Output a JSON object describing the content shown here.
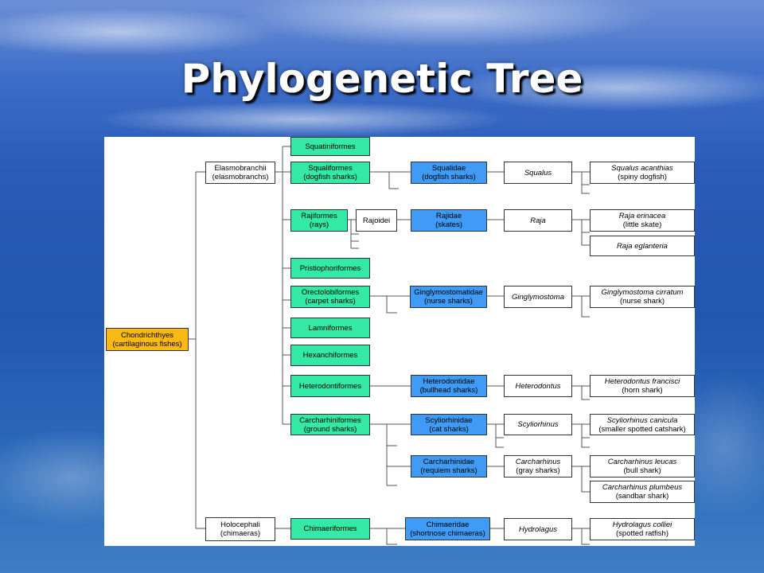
{
  "title": "Phylogenetic Tree",
  "colors": {
    "class": "#fbb916",
    "subclass": "#ffffff",
    "order": "#34e8a6",
    "family": "#3f9bf5",
    "genus": "#ffffff",
    "species": "#ffffff"
  },
  "nodes": {
    "chondrichthyes": {
      "l1": "Chondrichthyes",
      "l2": "(cartilaginous fishes)"
    },
    "elasmobranchii": {
      "l1": "Elasmobranchii",
      "l2": "(elasmobranchs)"
    },
    "holocephali": {
      "l1": "Holocephali",
      "l2": "(chimaeras)"
    },
    "squatiniformes": {
      "l1": "Squatiniformes"
    },
    "squaliformes": {
      "l1": "Squaliformes",
      "l2": "(dogfish sharks)"
    },
    "rajiformes": {
      "l1": "Rajiformes",
      "l2": "(rays)"
    },
    "rajoidei": {
      "l1": "Rajoidei"
    },
    "pristiophoriformes": {
      "l1": "Pristiophoriformes"
    },
    "orectolobiformes": {
      "l1": "Orectolobiformes",
      "l2": "(carpet sharks)"
    },
    "lamniformes": {
      "l1": "Lamniformes"
    },
    "hexanchiformes": {
      "l1": "Hexanchiformes"
    },
    "heterodontiformes": {
      "l1": "Heterodontiformes"
    },
    "carcharhiniformes": {
      "l1": "Carcharhiniformes",
      "l2": "(ground sharks)"
    },
    "chimaeriformes": {
      "l1": "Chimaeriformes"
    },
    "squalidae": {
      "l1": "Squalidae",
      "l2": "(dogfish sharks)"
    },
    "rajidae": {
      "l1": "Rajidae",
      "l2": "(skates)"
    },
    "ginglymostomatidae": {
      "l1": "Ginglymostomatidae",
      "l2": "(nurse sharks)"
    },
    "heterodontidae": {
      "l1": "Heterodontidae",
      "l2": "(bullhead sharks)"
    },
    "scyliorhinidae": {
      "l1": "Scyliorhinidae",
      "l2": "(cat sharks)"
    },
    "carcharhinidae": {
      "l1": "Carcharhinidae",
      "l2": "(requiem sharks)"
    },
    "chimaeridae": {
      "l1": "Chimaeridae",
      "l2": "(shortnose chimaeras)"
    },
    "squalus": {
      "l1": "Squalus"
    },
    "raja": {
      "l1": "Raja"
    },
    "ginglymostoma": {
      "l1": "Ginglymostoma"
    },
    "heterodontus": {
      "l1": "Heterodontus"
    },
    "scyliorhinus": {
      "l1": "Scyliorhinus"
    },
    "carcharhinus": {
      "l1": "Carcharhinus",
      "l2": "(gray sharks)"
    },
    "hydrolagus": {
      "l1": "Hydrolagus"
    },
    "squalus_acanthias": {
      "l1": "Squalus acanthias",
      "l2": "(spiny dogfish)"
    },
    "raja_erinacea": {
      "l1": "Raja erinacea",
      "l2": "(little skate)"
    },
    "raja_eglanteria": {
      "l1": "Raja eglanteria"
    },
    "ginglymostoma_cirratum": {
      "l1": "Ginglymostoma cirratum",
      "l2": "(nurse shark)"
    },
    "heterodontus_francisci": {
      "l1": "Heterodontus francisci",
      "l2": "(horn shark)"
    },
    "scyliorhinus_canicula": {
      "l1": "Scyliorhinus canicula",
      "l2": "(smaller spotted catshark)"
    },
    "carcharhinus_leucas": {
      "l1": "Carcharhinus leucas",
      "l2": "(bull shark)"
    },
    "carcharhinus_plumbeus": {
      "l1": "Carcharhinus plumbeus",
      "l2": "(sandbar shark)"
    },
    "hydrolagus_colliei": {
      "l1": "Hydrolagus colliei",
      "l2": "(spotted ratfish)"
    }
  }
}
